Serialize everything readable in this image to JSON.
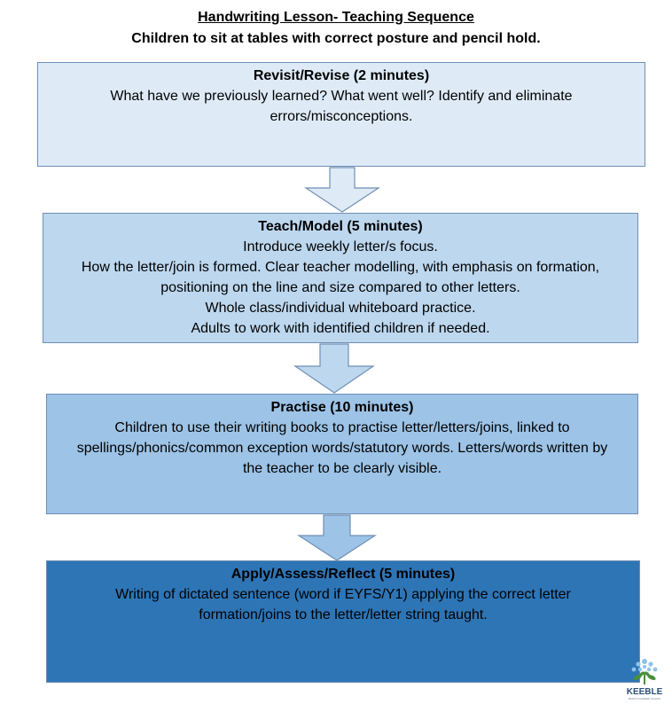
{
  "header": {
    "title": "Handwriting Lesson- Teaching Sequence",
    "subtitle": "Children to sit at tables with correct posture and pencil hold."
  },
  "steps": [
    {
      "heading": "Revisit/Revise (2 minutes)",
      "lines": [
        "What have we previously learned? What went well? Identify and eliminate",
        "errors/misconceptions."
      ],
      "fill": "#deebf7"
    },
    {
      "heading": "Teach/Model (5 minutes)",
      "lines": [
        "Introduce weekly letter/s focus.",
        "How the letter/join is formed. Clear teacher modelling, with emphasis on formation,",
        "positioning on the line and size compared to other letters.",
        "Whole class/individual whiteboard practice.",
        "Adults to work with identified children if needed."
      ],
      "fill": "#bdd7ee"
    },
    {
      "heading": "Practise (10 minutes)",
      "lines": [
        "Children to use their writing books to practise letter/letters/joins, linked to",
        "spellings/phonics/common exception words/statutory words. Letters/words written by",
        "the teacher to be clearly visible."
      ],
      "fill": "#9dc3e6"
    },
    {
      "heading": "Apply/Assess/Reflect (5 minutes)",
      "lines": [
        "Writing of dictated sentence (word if EYFS/Y1) applying the correct letter",
        "formation/joins to the letter/letter string taught."
      ],
      "fill": "#2e75b6"
    }
  ],
  "arrow_fills": [
    "#deebf7",
    "#bdd7ee",
    "#9dc3e6"
  ],
  "logo": {
    "text": "KEEBLE",
    "small_text": "INFANT & NURSERY SCHOOL"
  }
}
